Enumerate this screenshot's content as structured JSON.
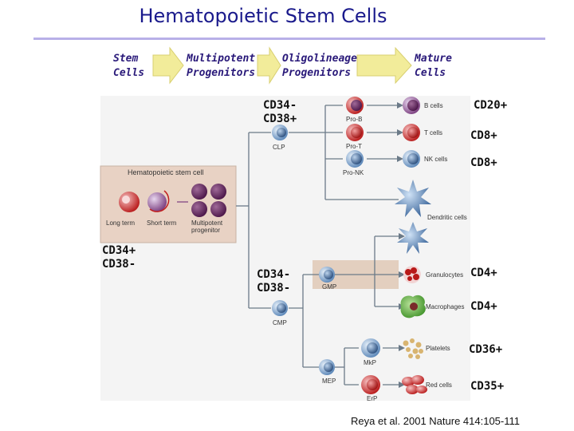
{
  "title": "Hematopoietic Stem Cells",
  "headers": {
    "stem": "Stem\nCells",
    "multipotent": "Multipotent\nProgenitors",
    "oligo": "Oligolineage\nProgenitors",
    "mature": "Mature\nCells"
  },
  "markers": {
    "clp": "CD34-\nCD38+",
    "hsc": "CD34+\nCD38-",
    "gmp": "CD34-\nCD38-",
    "b": "CD20+",
    "t": "CD8+",
    "nk": "CD8+",
    "gran": "CD4+",
    "mac": "CD4+",
    "plt": "CD36+",
    "rbc": "CD35+"
  },
  "inset": {
    "title": "Hematopoietic stem cell",
    "long_term": "Long term",
    "short_term": "Short term",
    "multipotent": "Multipotent\nprogenitor"
  },
  "cells": {
    "clp": "CLP",
    "cmp": "CMP",
    "gmp": "GMP",
    "mep": "MEP",
    "pro_b": "Pro-B",
    "pro_t": "Pro-T",
    "pro_nk": "Pro-NK",
    "mkp": "MkP",
    "erp": "ErP",
    "b_cells": "B cells",
    "t_cells": "T cells",
    "nk_cells": "NK cells",
    "dendritic": "Dendritic cells",
    "granulocytes": "Granulocytes",
    "macrophages": "Macrophages",
    "platelets": "Platelets",
    "red_cells": "Red cells"
  },
  "citation": "Reya et al. 2001 Nature 414:105-111",
  "colors": {
    "title": "#1a1a8c",
    "header_text": "#2a1a7a",
    "arrow": "#f2ec9a",
    "panel_bg": "#f4f4f4",
    "inset_bg": "#e8d2c4",
    "gmp_band": "#e3cfbf",
    "rule": "#b8b0e8"
  }
}
